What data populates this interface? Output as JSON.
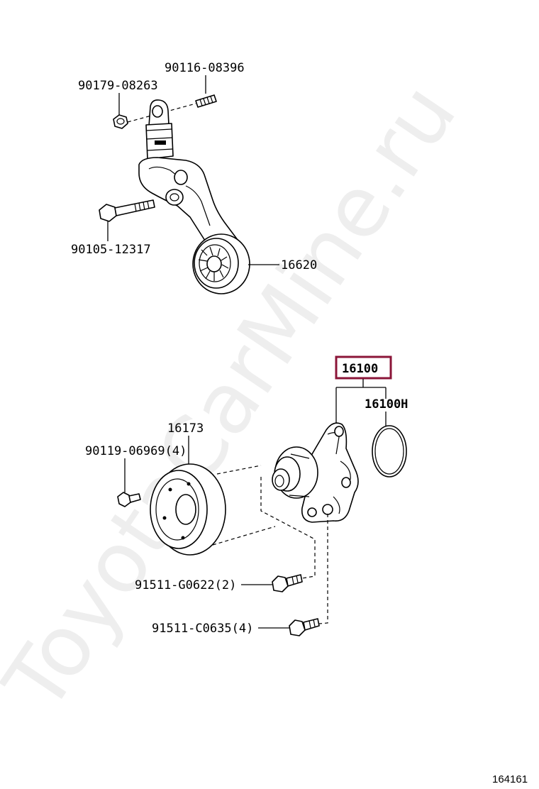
{
  "watermark": "ToyotaCarMine.ru",
  "diagram_ref": "164161",
  "highlight_color": "#8b1538",
  "labels": {
    "stud_bolt": "90116-08396",
    "tensioner_nut": "90179-08263",
    "tensioner_bolt": "90105-12317",
    "tensioner_assy": "16620",
    "water_pump_assy": "16100",
    "water_pump_gasket": "16100H",
    "pulley": "16173",
    "pulley_bolt": "90119-06969",
    "pulley_bolt_qty": "(4)",
    "pump_bolt_a": "91511-G0622",
    "pump_bolt_a_qty": "(2)",
    "pump_bolt_b": "91511-C0635",
    "pump_bolt_b_qty": "(4)"
  }
}
